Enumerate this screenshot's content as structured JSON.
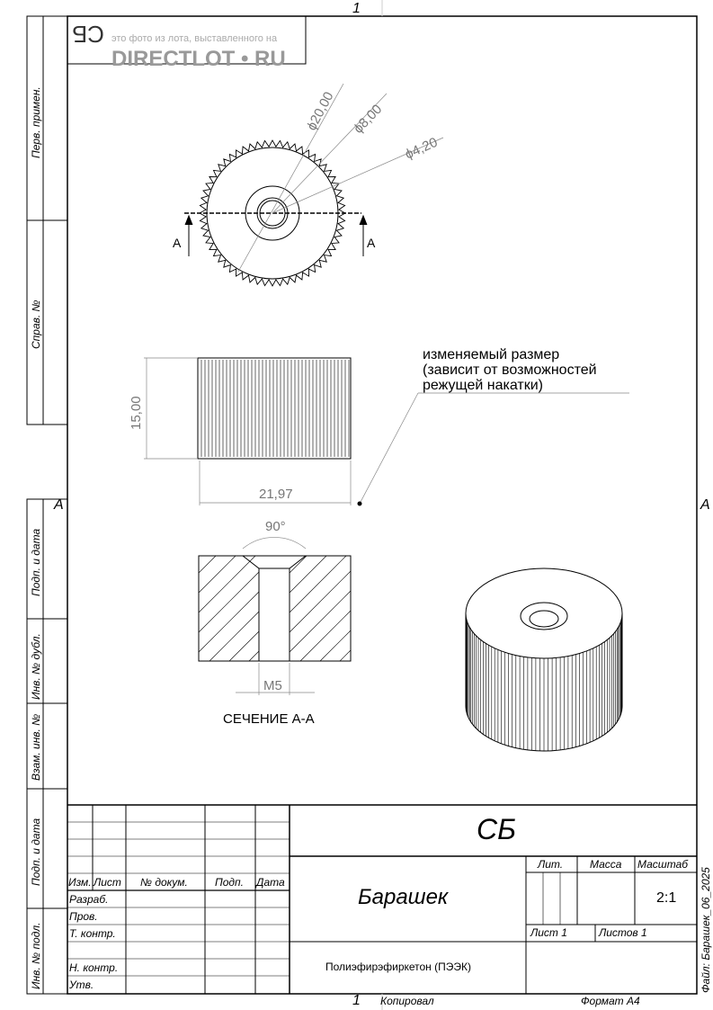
{
  "sheet": {
    "top_number": "1",
    "bottom_number": "1",
    "zone_left": "A",
    "zone_right": "A",
    "mirror_code": "СБ",
    "copied": "Копировал",
    "format": "Формат A4",
    "file": "Файл: Барашек_06_2025"
  },
  "watermark": {
    "line1": "это фото из лота, выставленного на",
    "line2": "DIRECTLOT • RU"
  },
  "side_labels": [
    "Перв. примен.",
    "Справ. №",
    "Подп. и дата",
    "Инв. № дубл.",
    "Взам. инв. №",
    "Подп. и дата",
    "Инв. № подл."
  ],
  "dims": {
    "d_outer": "ϕ20,00",
    "d_hub": "ϕ8,00",
    "d_hole": "ϕ4,20",
    "height": "15,00",
    "width": "21,97",
    "angle": "90°",
    "thread": "M5",
    "section_mark": "A",
    "section_label": "СЕЧЕНИЕ А-А"
  },
  "note": [
    "изменяемый размер",
    "(зависит от возможностей",
    "режущей накатки)"
  ],
  "title_block": {
    "doc_code": "СБ",
    "name": "Барашек",
    "material": "Полиэфирэфиркетон (ПЭЭК)",
    "lit": "Лит.",
    "mass": "Масса",
    "scale_label": "Масштаб",
    "scale": "2:1",
    "sheet": "Лист 1",
    "sheets": "Листов 1",
    "cols": [
      "Изм.",
      "Лист",
      "№ докум.",
      "Подп.",
      "Дата"
    ],
    "rows": [
      "Разраб.",
      "Пров.",
      "Т. контр.",
      "Н. контр.",
      "Утв."
    ]
  }
}
